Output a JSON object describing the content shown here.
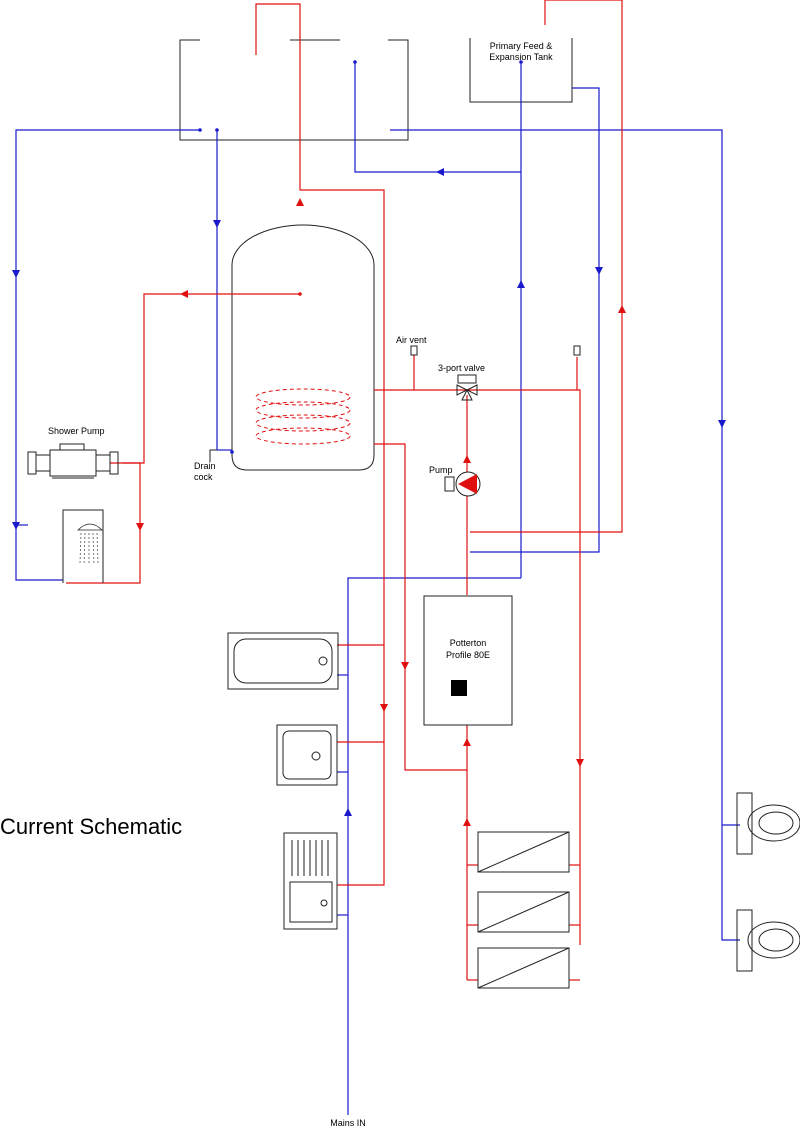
{
  "diagram": {
    "title": "Current Schematic",
    "labels": {
      "tank": "Primary Feed &",
      "tank2": "Expansion Tank",
      "air_vent": "Air vent",
      "valve": "3-port valve",
      "pump": "Pump",
      "shower_pump": "Shower Pump",
      "drain1": "Drain",
      "drain2": "cock",
      "boiler1": "Potterton",
      "boiler2": "Profile 80E",
      "mains": "Mains IN"
    },
    "colors": {
      "cold": "#1a1acc",
      "hot": "#e01010"
    }
  }
}
